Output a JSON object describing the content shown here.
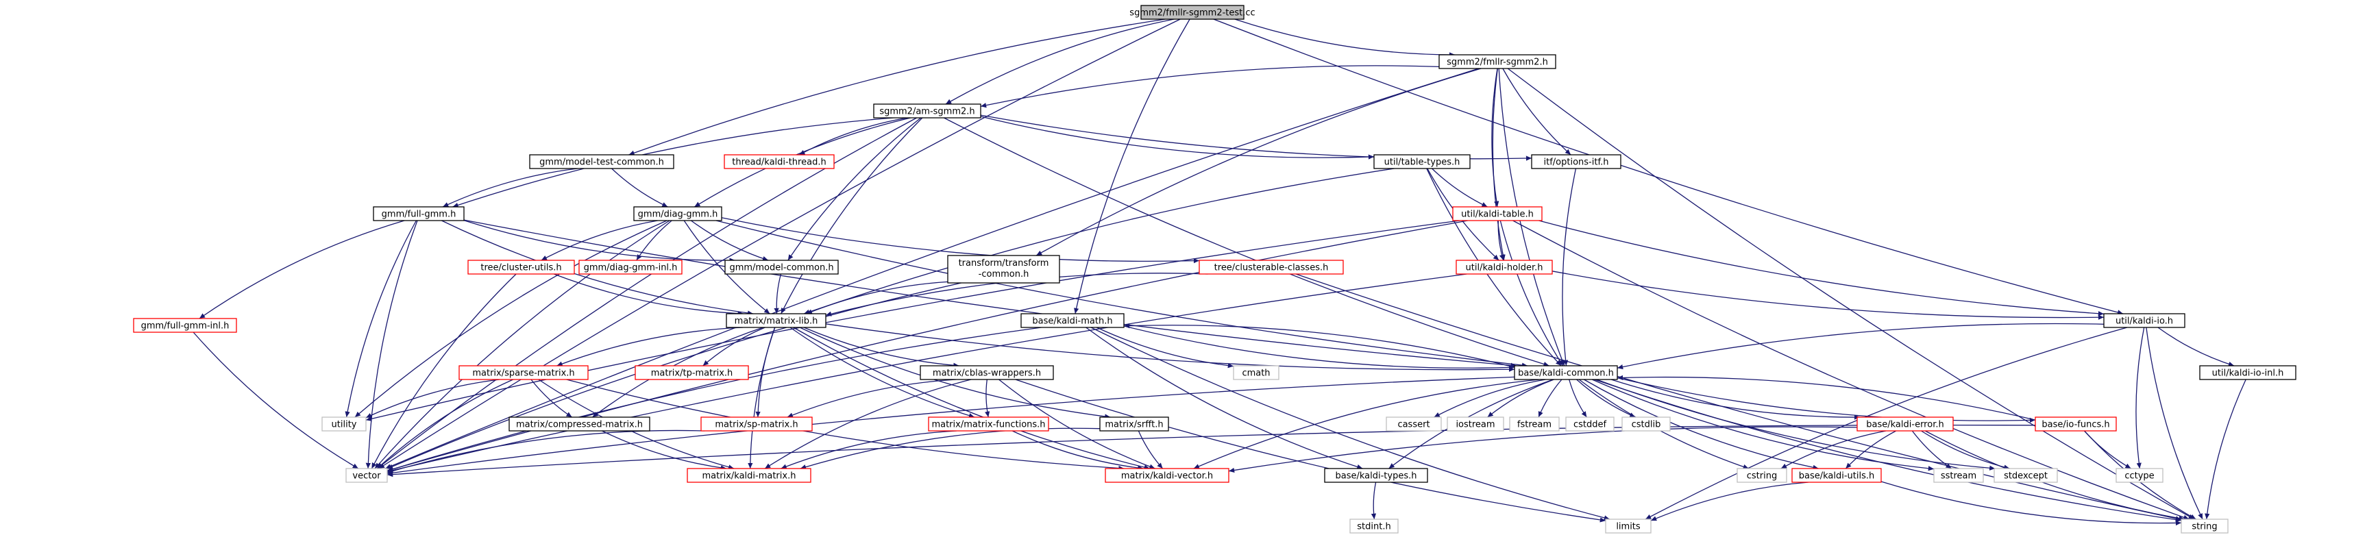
{
  "colors": {
    "edge": "#191970",
    "root_fill": "#bfbfbf",
    "documented_border": "#000000",
    "undocumented_border": "#ff0000",
    "external_border": "#bfbfbf",
    "text": "#000000"
  },
  "nodes": [
    {
      "id": "root",
      "label": "sgmm2/fmllr-sgmm2-test.cc",
      "kind": "root"
    },
    {
      "id": "fmllr",
      "label": "sgmm2/fmllr-sgmm2.h",
      "kind": "doc"
    },
    {
      "id": "am",
      "label": "sgmm2/am-sgmm2.h",
      "kind": "doc"
    },
    {
      "id": "mtc",
      "label": "gmm/model-test-common.h",
      "kind": "doc"
    },
    {
      "id": "thread",
      "label": "thread/kaldi-thread.h",
      "kind": "red"
    },
    {
      "id": "tabletypes",
      "label": "util/table-types.h",
      "kind": "doc"
    },
    {
      "id": "itf",
      "label": "itf/options-itf.h",
      "kind": "doc"
    },
    {
      "id": "fullgmm",
      "label": "gmm/full-gmm.h",
      "kind": "doc"
    },
    {
      "id": "diaggmm",
      "label": "gmm/diag-gmm.h",
      "kind": "doc"
    },
    {
      "id": "kalditable",
      "label": "util/kaldi-table.h",
      "kind": "red"
    },
    {
      "id": "fullgmminl",
      "label": "gmm/full-gmm-inl.h",
      "kind": "red"
    },
    {
      "id": "clusterutils",
      "label": "tree/cluster-utils.h",
      "kind": "red"
    },
    {
      "id": "diaggmminl",
      "label": "gmm/diag-gmm-inl.h",
      "kind": "red"
    },
    {
      "id": "modelcommon",
      "label": "gmm/model-common.h",
      "kind": "doc"
    },
    {
      "id": "transform",
      "label": [
        "transform/transform",
        "-common.h"
      ],
      "kind": "doc"
    },
    {
      "id": "clusterable",
      "label": "tree/clusterable-classes.h",
      "kind": "red"
    },
    {
      "id": "kaldiholder",
      "label": "util/kaldi-holder.h",
      "kind": "red"
    },
    {
      "id": "matrixlib",
      "label": "matrix/matrix-lib.h",
      "kind": "doc"
    },
    {
      "id": "kaldimath",
      "label": "base/kaldi-math.h",
      "kind": "doc"
    },
    {
      "id": "kaldiio",
      "label": "util/kaldi-io.h",
      "kind": "doc"
    },
    {
      "id": "sparse",
      "label": "matrix/sparse-matrix.h",
      "kind": "red"
    },
    {
      "id": "tp",
      "label": "matrix/tp-matrix.h",
      "kind": "red"
    },
    {
      "id": "cblas",
      "label": "matrix/cblas-wrappers.h",
      "kind": "doc"
    },
    {
      "id": "cmath",
      "label": "cmath",
      "kind": "ext"
    },
    {
      "id": "kaldicommon",
      "label": "base/kaldi-common.h",
      "kind": "doc"
    },
    {
      "id": "kaldiioinl",
      "label": "util/kaldi-io-inl.h",
      "kind": "doc"
    },
    {
      "id": "utility",
      "label": "utility",
      "kind": "ext"
    },
    {
      "id": "compressed",
      "label": "matrix/compressed-matrix.h",
      "kind": "doc"
    },
    {
      "id": "spmatrix",
      "label": "matrix/sp-matrix.h",
      "kind": "red"
    },
    {
      "id": "matfuncs",
      "label": "matrix/matrix-functions.h",
      "kind": "red"
    },
    {
      "id": "srfft",
      "label": "matrix/srfft.h",
      "kind": "doc"
    },
    {
      "id": "cassert",
      "label": "cassert",
      "kind": "ext"
    },
    {
      "id": "iostream",
      "label": "iostream",
      "kind": "ext"
    },
    {
      "id": "fstream",
      "label": "fstream",
      "kind": "ext"
    },
    {
      "id": "cstddef",
      "label": "cstddef",
      "kind": "ext"
    },
    {
      "id": "cstdlib",
      "label": "cstdlib",
      "kind": "ext"
    },
    {
      "id": "kaldierror",
      "label": "base/kaldi-error.h",
      "kind": "red"
    },
    {
      "id": "iofuncs",
      "label": "base/io-funcs.h",
      "kind": "red"
    },
    {
      "id": "vector",
      "label": "vector",
      "kind": "ext"
    },
    {
      "id": "kaldimatrix",
      "label": "matrix/kaldi-matrix.h",
      "kind": "red"
    },
    {
      "id": "kaldivector",
      "label": "matrix/kaldi-vector.h",
      "kind": "red"
    },
    {
      "id": "kalditypes",
      "label": "base/kaldi-types.h",
      "kind": "doc"
    },
    {
      "id": "cstring",
      "label": "cstring",
      "kind": "ext"
    },
    {
      "id": "kaldiutils",
      "label": "base/kaldi-utils.h",
      "kind": "red"
    },
    {
      "id": "sstream",
      "label": "sstream",
      "kind": "ext"
    },
    {
      "id": "stdexcept",
      "label": "stdexcept",
      "kind": "ext"
    },
    {
      "id": "cctype",
      "label": "cctype",
      "kind": "ext"
    },
    {
      "id": "stdint",
      "label": "stdint.h",
      "kind": "ext"
    },
    {
      "id": "limits",
      "label": "limits",
      "kind": "ext"
    },
    {
      "id": "string",
      "label": "string",
      "kind": "ext"
    }
  ],
  "edges": [
    [
      "root",
      "fmllr"
    ],
    [
      "root",
      "am"
    ],
    [
      "root",
      "mtc"
    ],
    [
      "root",
      "vector"
    ],
    [
      "root",
      "kaldimath"
    ],
    [
      "root",
      "kaldiio"
    ],
    [
      "fmllr",
      "am"
    ],
    [
      "fmllr",
      "itf"
    ],
    [
      "fmllr",
      "kalditable"
    ],
    [
      "fmllr",
      "kaldiholder"
    ],
    [
      "fmllr",
      "transform"
    ],
    [
      "fmllr",
      "kaldicommon"
    ],
    [
      "fmllr",
      "vector"
    ],
    [
      "fmllr",
      "string"
    ],
    [
      "am",
      "thread"
    ],
    [
      "am",
      "tabletypes"
    ],
    [
      "am",
      "itf"
    ],
    [
      "am",
      "fullgmm"
    ],
    [
      "am",
      "diaggmm"
    ],
    [
      "am",
      "modelcommon"
    ],
    [
      "am",
      "matrixlib"
    ],
    [
      "am",
      "kaldicommon"
    ],
    [
      "am",
      "vector"
    ],
    [
      "mtc",
      "fullgmm"
    ],
    [
      "mtc",
      "diaggmm"
    ],
    [
      "tabletypes",
      "kalditable"
    ],
    [
      "tabletypes",
      "kaldiholder"
    ],
    [
      "tabletypes",
      "matrixlib"
    ],
    [
      "tabletypes",
      "kaldicommon"
    ],
    [
      "itf",
      "kaldicommon"
    ],
    [
      "fullgmm",
      "fullgmminl"
    ],
    [
      "fullgmm",
      "modelcommon"
    ],
    [
      "fullgmm",
      "matrixlib"
    ],
    [
      "fullgmm",
      "kaldicommon"
    ],
    [
      "fullgmm",
      "utility"
    ],
    [
      "fullgmm",
      "vector"
    ],
    [
      "diaggmm",
      "diaggmminl"
    ],
    [
      "diaggmm",
      "clusterutils"
    ],
    [
      "diaggmm",
      "modelcommon"
    ],
    [
      "diaggmm",
      "clusterable"
    ],
    [
      "diaggmm",
      "matrixlib"
    ],
    [
      "diaggmm",
      "kaldicommon"
    ],
    [
      "diaggmm",
      "utility"
    ],
    [
      "diaggmm",
      "vector"
    ],
    [
      "kalditable",
      "kaldiholder"
    ],
    [
      "kalditable",
      "kaldicommon"
    ],
    [
      "kalditable",
      "kaldiio"
    ],
    [
      "kalditable",
      "string"
    ],
    [
      "kalditable",
      "utility"
    ],
    [
      "kalditable",
      "vector"
    ],
    [
      "fullgmminl",
      "vector"
    ],
    [
      "clusterutils",
      "matrixlib"
    ],
    [
      "clusterutils",
      "vector"
    ],
    [
      "modelcommon",
      "matrixlib"
    ],
    [
      "transform",
      "matrixlib"
    ],
    [
      "transform",
      "vector"
    ],
    [
      "clusterable",
      "matrixlib"
    ],
    [
      "clusterable",
      "string"
    ],
    [
      "kaldiholder",
      "kaldiio"
    ],
    [
      "kaldiholder",
      "vector"
    ],
    [
      "matrixlib",
      "sparse"
    ],
    [
      "matrixlib",
      "tp"
    ],
    [
      "matrixlib",
      "cblas"
    ],
    [
      "matrixlib",
      "compressed"
    ],
    [
      "matrixlib",
      "spmatrix"
    ],
    [
      "matrixlib",
      "matfuncs"
    ],
    [
      "matrixlib",
      "srfft"
    ],
    [
      "matrixlib",
      "kaldicommon"
    ],
    [
      "matrixlib",
      "kaldimatrix"
    ],
    [
      "matrixlib",
      "kaldivector"
    ],
    [
      "kaldimath",
      "kaldicommon"
    ],
    [
      "kaldimath",
      "cmath"
    ],
    [
      "kaldimath",
      "kalditypes"
    ],
    [
      "kaldimath",
      "limits"
    ],
    [
      "kaldimath",
      "vector"
    ],
    [
      "kaldiio",
      "kaldicommon"
    ],
    [
      "kaldiio",
      "kaldiioinl"
    ],
    [
      "kaldiio",
      "cctype"
    ],
    [
      "kaldiio",
      "string"
    ],
    [
      "kaldiio",
      "limits"
    ],
    [
      "sparse",
      "compressed"
    ],
    [
      "sparse",
      "kaldimatrix"
    ],
    [
      "sparse",
      "kaldivector"
    ],
    [
      "sparse",
      "utility"
    ],
    [
      "sparse",
      "vector"
    ],
    [
      "cblas",
      "spmatrix"
    ],
    [
      "cblas",
      "matfuncs"
    ],
    [
      "cblas",
      "kaldimatrix"
    ],
    [
      "cblas",
      "kaldivector"
    ],
    [
      "cblas",
      "limits"
    ],
    [
      "kaldicommon",
      "cassert"
    ],
    [
      "kaldicommon",
      "iostream"
    ],
    [
      "kaldicommon",
      "fstream"
    ],
    [
      "kaldicommon",
      "cstddef"
    ],
    [
      "kaldicommon",
      "cstdlib"
    ],
    [
      "kaldicommon",
      "cstring"
    ],
    [
      "kaldicommon",
      "kaldierror"
    ],
    [
      "kaldicommon",
      "iofuncs"
    ],
    [
      "kaldicommon",
      "kalditypes"
    ],
    [
      "kaldicommon",
      "kaldiutils"
    ],
    [
      "kaldicommon",
      "sstream"
    ],
    [
      "kaldicommon",
      "stdexcept"
    ],
    [
      "kaldicommon",
      "string"
    ],
    [
      "kaldicommon",
      "kaldivector"
    ],
    [
      "kaldicommon",
      "vector"
    ],
    [
      "kaldicommon",
      "kaldimath"
    ],
    [
      "kaldiioinl",
      "string"
    ],
    [
      "compressed",
      "kaldimatrix"
    ],
    [
      "spmatrix",
      "vector"
    ],
    [
      "matfuncs",
      "kaldivector"
    ],
    [
      "matfuncs",
      "kaldimatrix"
    ],
    [
      "srfft",
      "kaldivector"
    ],
    [
      "srfft",
      "kaldimatrix"
    ],
    [
      "kaldierror",
      "kaldiutils"
    ],
    [
      "kaldierror",
      "cstring"
    ],
    [
      "kaldierror",
      "sstream"
    ],
    [
      "kaldierror",
      "stdexcept"
    ],
    [
      "kaldierror",
      "string"
    ],
    [
      "kaldierror",
      "kaldivector"
    ],
    [
      "iofuncs",
      "kaldicommon"
    ],
    [
      "iofuncs",
      "cctype"
    ],
    [
      "iofuncs",
      "string"
    ],
    [
      "iofuncs",
      "vector"
    ],
    [
      "kalditypes",
      "stdint"
    ],
    [
      "kaldiutils",
      "limits"
    ],
    [
      "kaldiutils",
      "string"
    ]
  ]
}
